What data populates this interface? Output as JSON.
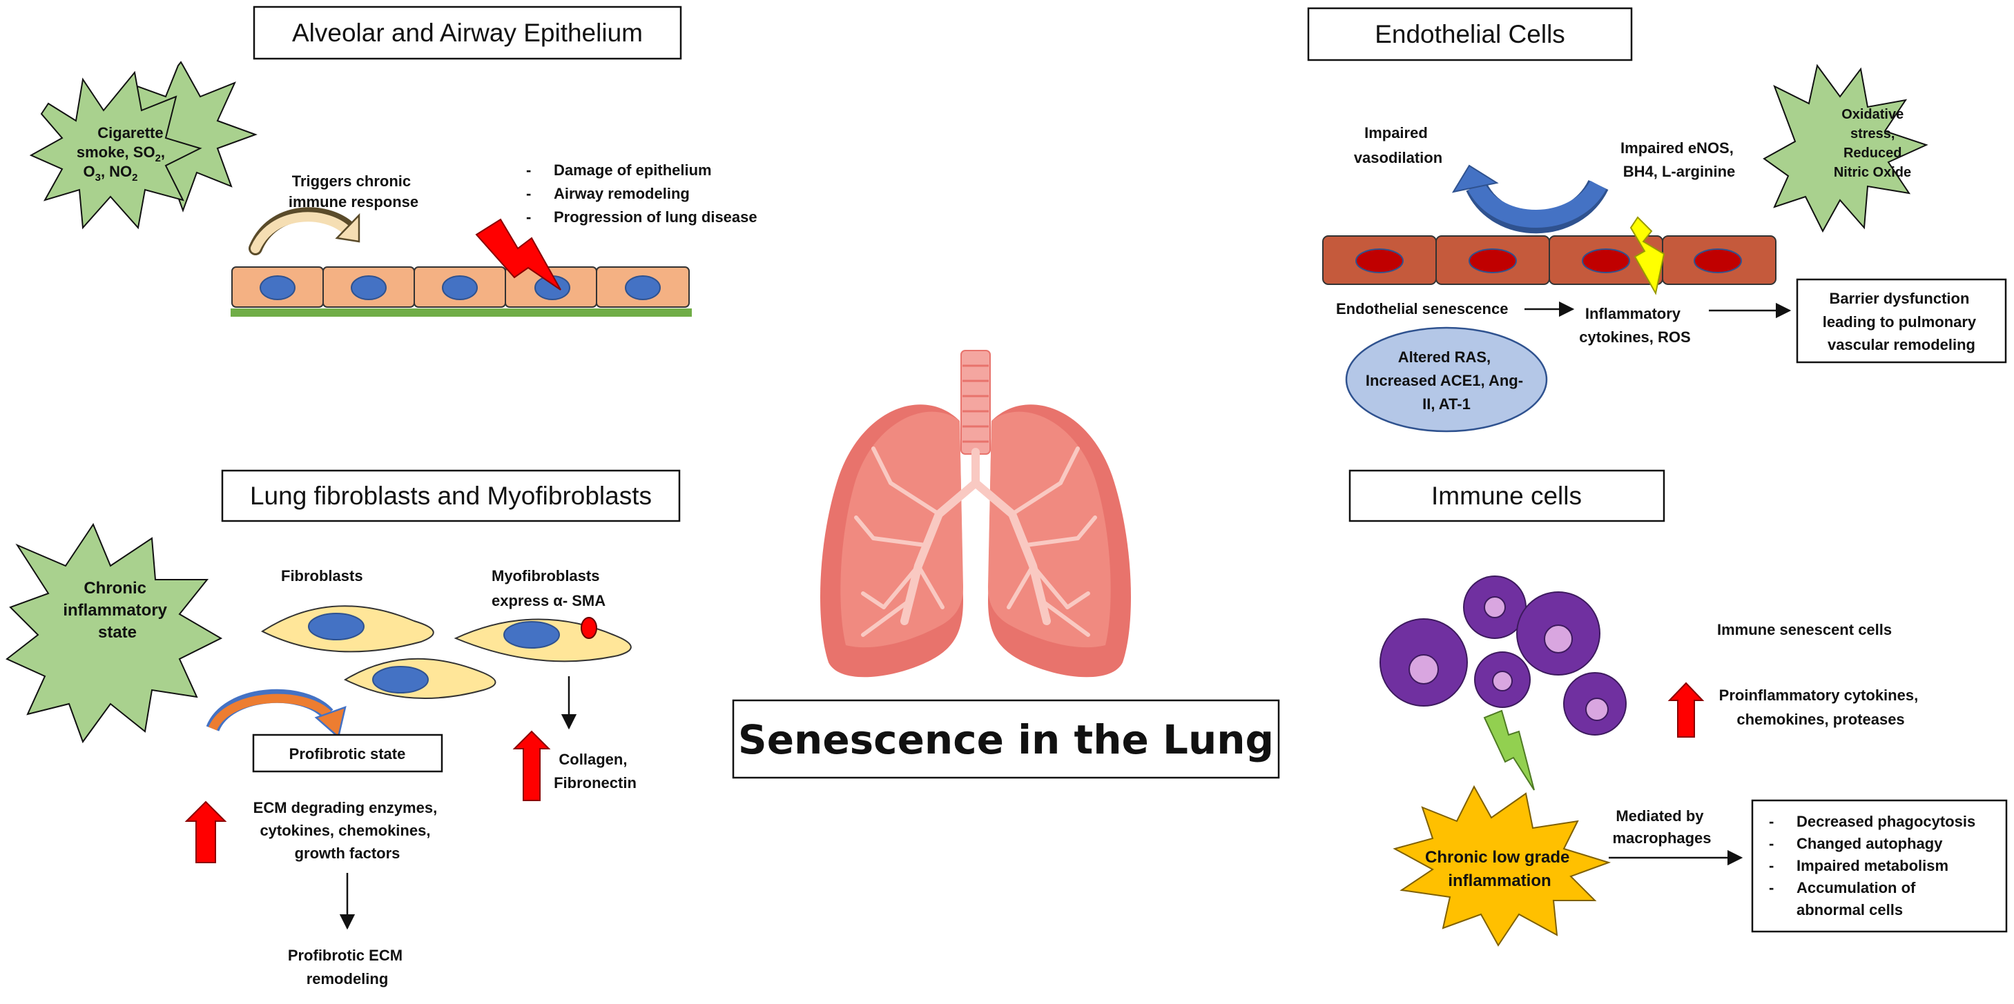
{
  "main_title": "Senescence in the Lung",
  "airway": {
    "title": "Alveolar and Airway Epithelium",
    "trigger_lines": [
      "Cigarette",
      "smoke, SO",
      "O",
      "NO"
    ],
    "subscripts": [
      "2",
      "3",
      "2"
    ],
    "arrow_label": [
      "Triggers chronic",
      "immune response"
    ],
    "effects": [
      "Damage of epithelium",
      "Airway remodeling",
      "Progression of lung disease"
    ]
  },
  "endothelial": {
    "title": "Endothelial Cells",
    "impaired_vasodilation": [
      "Impaired",
      "vasodilation"
    ],
    "impaired_enos": [
      "Impaired eNOS,",
      "BH4, L-arginine"
    ],
    "oxidative": [
      "Oxidative",
      "stress,",
      "Reduced",
      "Nitric Oxide"
    ],
    "senescence": "Endothelial  senescence",
    "cytokines": [
      "Inflammatory",
      "cytokines, ROS"
    ],
    "barrier": [
      "Barrier dysfunction",
      "leading to pulmonary",
      "vascular remodeling"
    ],
    "ras": [
      "Altered RAS,",
      "Increased ACE1, Ang-",
      "II, AT-1"
    ]
  },
  "fibroblasts": {
    "title": "Lung fibroblasts and Myofibroblasts",
    "inflammatory": [
      "Chronic",
      "inflammatory",
      "state"
    ],
    "fibroblasts_label": "Fibroblasts",
    "myofibroblasts_label": [
      "Myofibroblasts",
      "express α- SMA"
    ],
    "profibrotic_state": "Profibrotic  state",
    "collagen": [
      "Collagen,",
      "Fibronectin"
    ],
    "ecm_enzymes": [
      "ECM degrading enzymes,",
      "cytokines, chemokines,",
      "growth factors"
    ],
    "ecm_remodeling": [
      "Profibrotic  ECM",
      "remodeling"
    ]
  },
  "immune": {
    "title": "Immune cells",
    "senescent": "Immune senescent cells",
    "proinflammatory": [
      "Proinflammatory cytokines,",
      "chemokines, proteases"
    ],
    "chronic_low": [
      "Chronic low grade",
      "inflammation"
    ],
    "mediated": [
      "Mediated by",
      "macrophages"
    ],
    "effects": [
      "Decreased phagocytosis",
      "Changed autophagy",
      "Impaired metabolism",
      "Accumulation of",
      "abnormal cells"
    ]
  },
  "colors": {
    "burst_green": "#a9d18e",
    "epithelium_cell": "#f4b183",
    "nucleus_blue": "#4472c4",
    "endothelium_cell": "#c55a3c",
    "endothelium_nucleus": "#c00000",
    "fibroblast_fill": "#ffe699",
    "immune_purple": "#7030a0",
    "inflammation_orange": "#ffc000",
    "ras_ellipse": "#b4c7e7",
    "red_arrow": "#ff0000",
    "lightning_red": "#ff0000",
    "lightning_yellow": "#ffff00",
    "lightning_green": "#92d050",
    "lung": "#e8736c"
  }
}
